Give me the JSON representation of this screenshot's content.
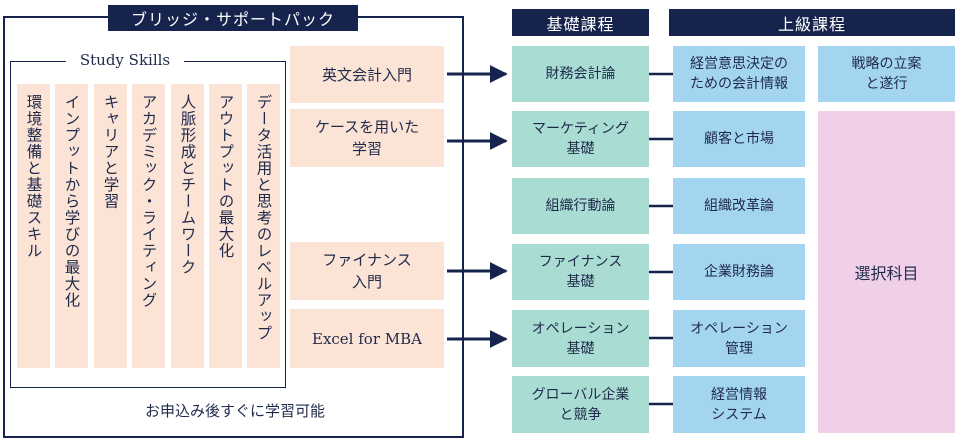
{
  "bridge": {
    "title": "ブリッジ・サポートパック",
    "study_skills": {
      "title": "Study Skills",
      "items": [
        "環境整備と基礎スキル",
        "インプットから学びの最大化",
        "キャリアと学習",
        "アカデミック・ライティング",
        "人脈形成とチームワーク",
        "アウトプットの最大化",
        "データ活用と思考のレベルアップ"
      ]
    },
    "courses": [
      "英文会計入門",
      "ケースを用いた\n学習",
      "ファイナンス\n入門",
      "Excel for MBA"
    ],
    "footer": "お申込み後すぐに学習可能"
  },
  "basic": {
    "title": "基礎課程",
    "items": [
      "財務会計論",
      "マーケティング\n基礎",
      "組織行動論",
      "ファイナンス\n基礎",
      "オペレーション\n基礎",
      "グローバル企業\nと競争"
    ]
  },
  "advanced": {
    "title": "上級課程",
    "items": [
      "経営意思決定の\nための会計情報",
      "顧客と市場",
      "組織改革論",
      "企業財務論",
      "オペレーション\n管理",
      "経営情報\nシステム"
    ],
    "strategy": "戦略の立案\nと遂行",
    "elective": "選択科目"
  },
  "colors": {
    "navy": "#16244d",
    "peach": "#fbe3d6",
    "teal": "#a9dcd3",
    "blue": "#a3d5f0",
    "pink": "#f0cfe8"
  }
}
